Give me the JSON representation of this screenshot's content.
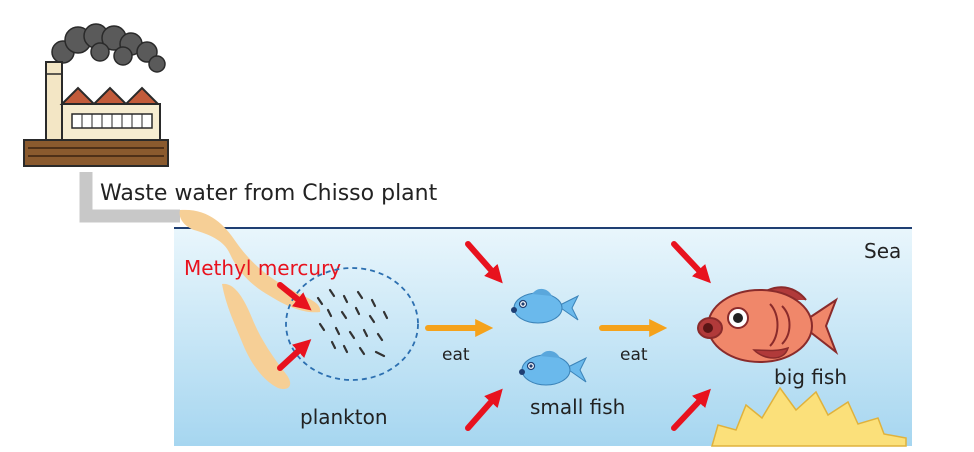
{
  "diagram": {
    "source_label": "Waste water from Chisso plant",
    "sea_label": "Sea",
    "pollutant_label": "Methyl mercury",
    "plankton_label": "plankton",
    "small_fish_label": "small fish",
    "big_fish_label": "big fish",
    "eat_label_1": "eat",
    "eat_label_2": "eat"
  },
  "colors": {
    "sea_top": "#dcf0fa",
    "sea_bottom": "#9fd3ef",
    "sea_line": "#1f3f73",
    "pipe": "#c8c8c8",
    "waste_plume": "#f6cf96",
    "mercury_arrow": "#e8121e",
    "eat_arrow": "#f5a21b",
    "plankton_outline": "#2c6fb0",
    "small_fish": "#6ab9ec",
    "big_fish": "#f0876a",
    "big_fish_fin": "#b13a3a",
    "sun": "#fbe07a"
  },
  "icons": [
    "factory-icon",
    "small-fish-icon",
    "big-fish-icon",
    "sun-icon"
  ]
}
